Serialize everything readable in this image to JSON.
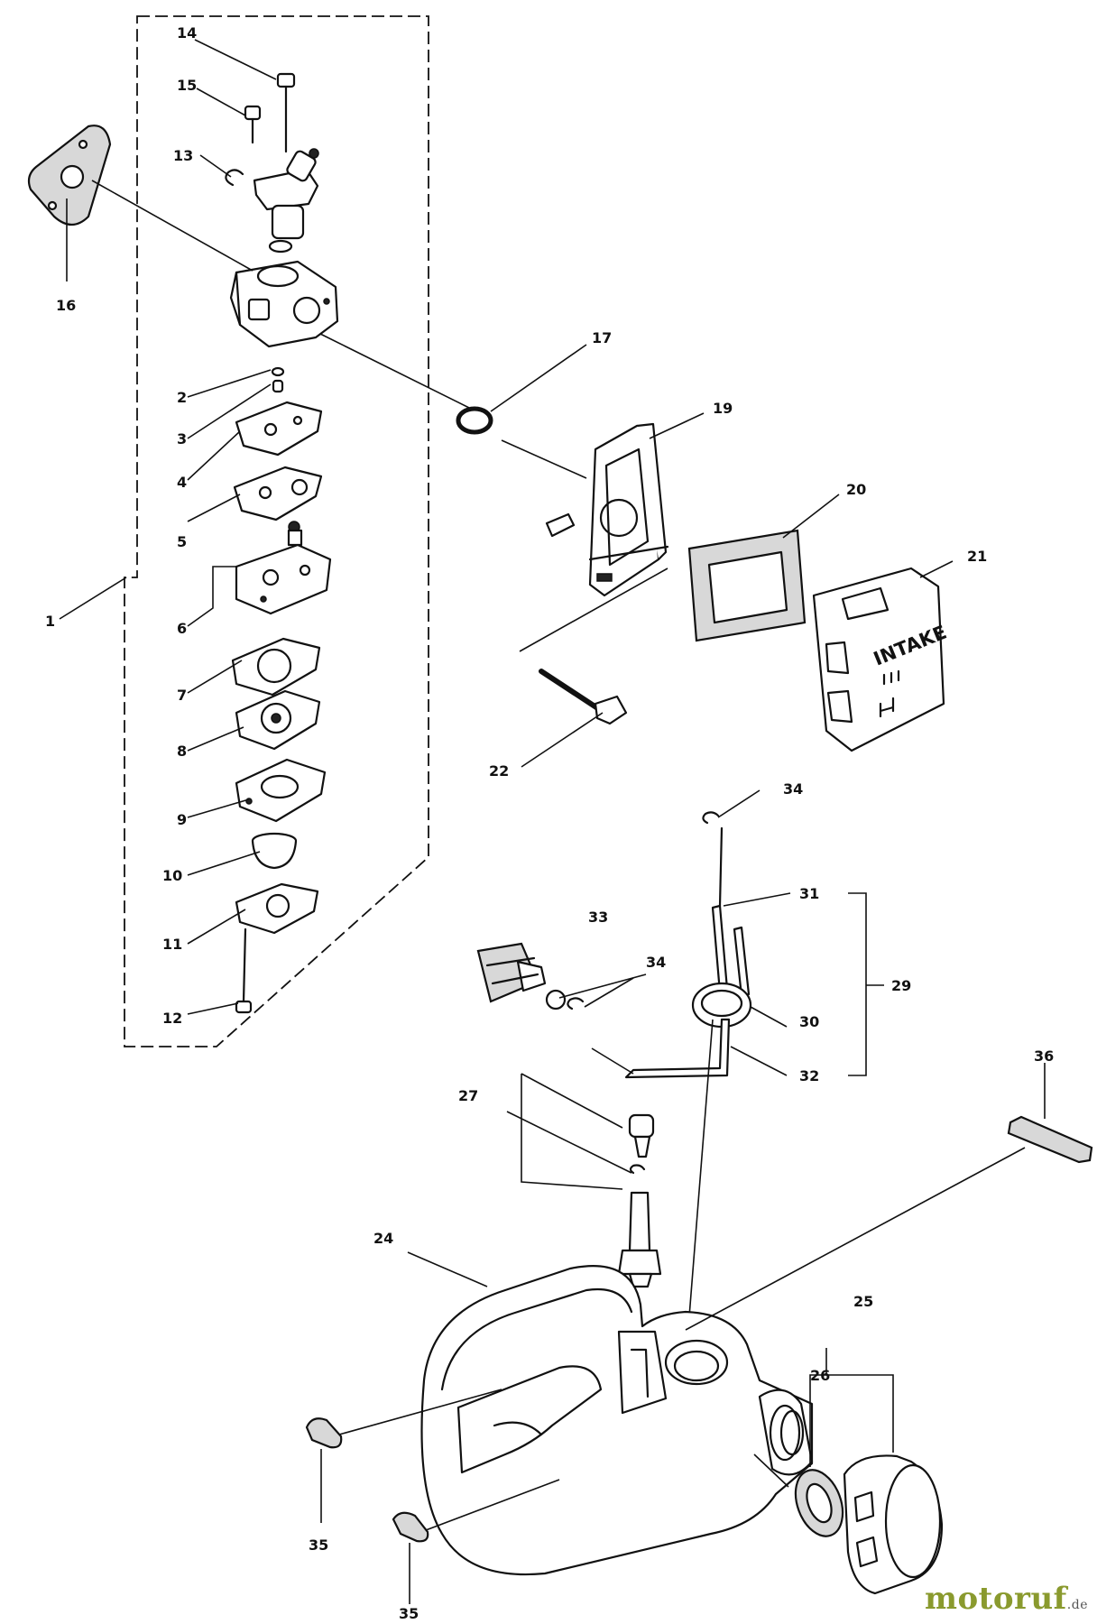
{
  "callouts": {
    "c1": "1",
    "c2": "2",
    "c3": "3",
    "c4": "4",
    "c5": "5",
    "c6": "6",
    "c7": "7",
    "c8": "8",
    "c9": "9",
    "c10": "10",
    "c11": "11",
    "c12": "12",
    "c13": "13",
    "c14": "14",
    "c15": "15",
    "c16": "16",
    "c17": "17",
    "c19": "19",
    "c20": "20",
    "c21": "21",
    "c22": "22",
    "c24": "24",
    "c25": "25",
    "c26": "26",
    "c27": "27",
    "c29": "29",
    "c30": "30",
    "c31": "31",
    "c32": "32",
    "c33": "33",
    "c34a": "34",
    "c34b": "34",
    "c35a": "35",
    "c35b": "35",
    "c36": "36"
  },
  "air_cleaner_cover": {
    "stamp": "INTAKE"
  },
  "watermark": {
    "brand": "motoruf",
    "suffix": ".de"
  }
}
